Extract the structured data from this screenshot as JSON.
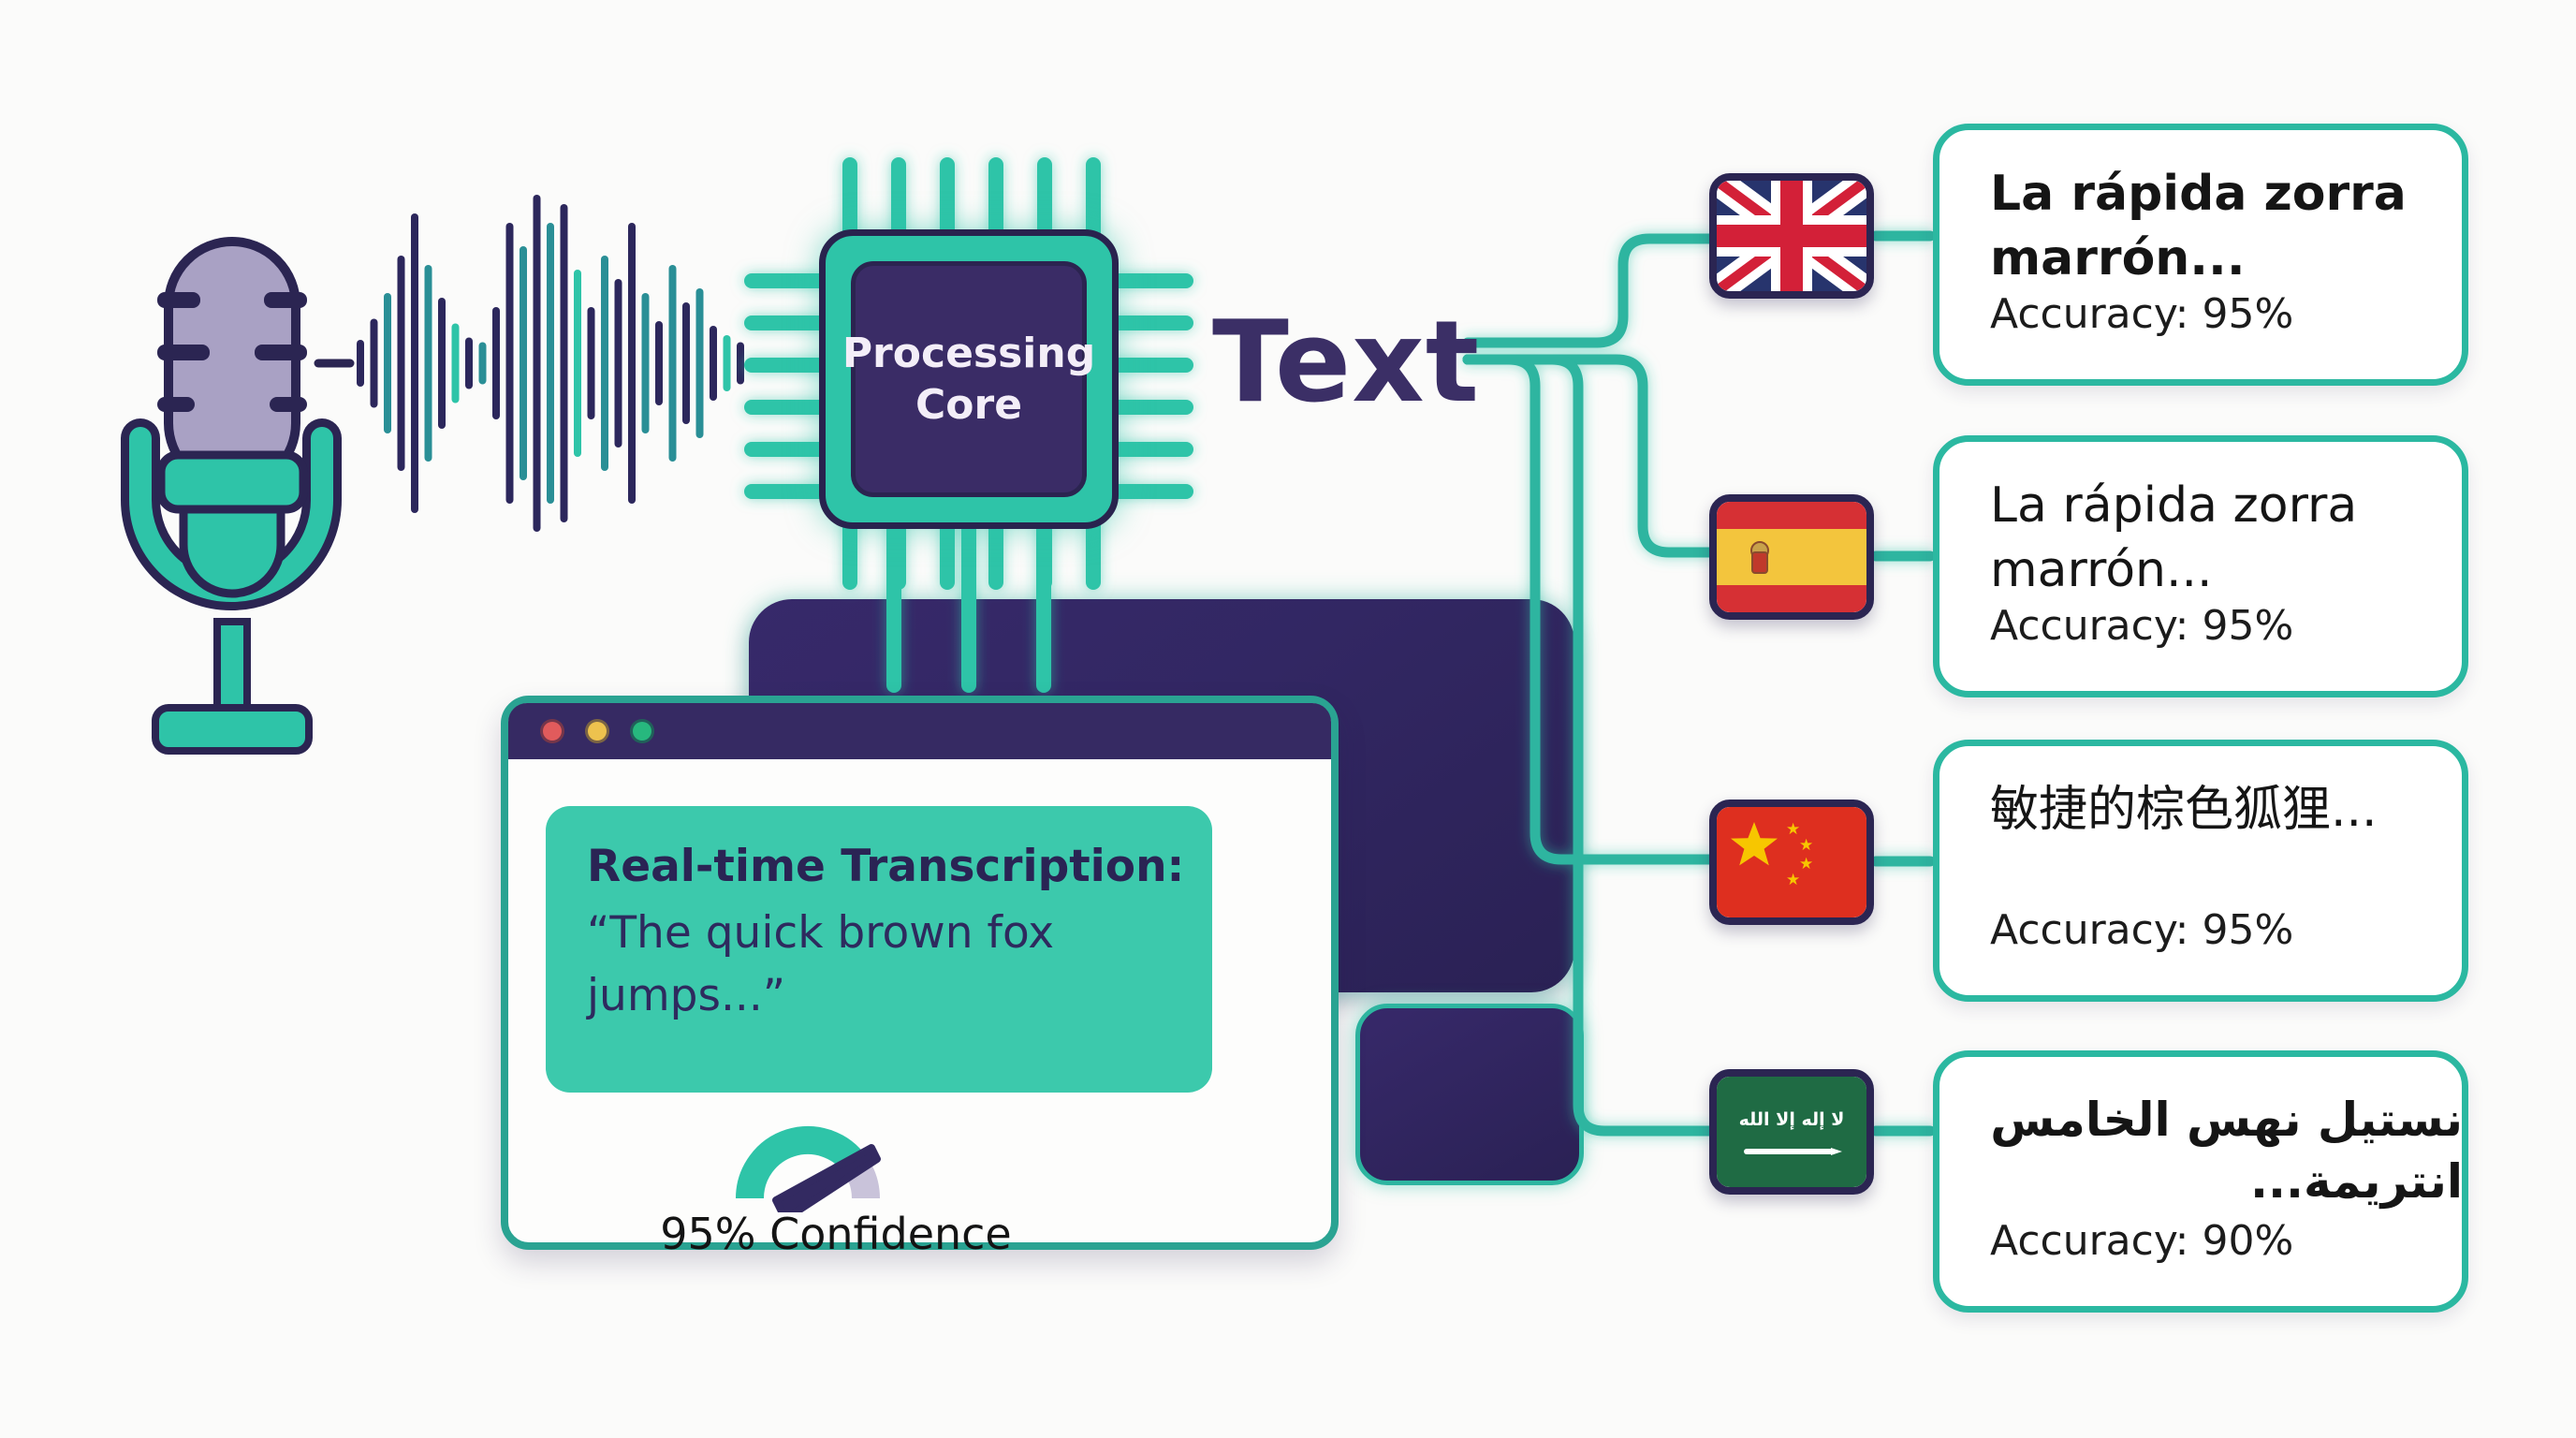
{
  "heading": {
    "text_label": "Text"
  },
  "chip": {
    "label_line1": "Processing",
    "label_line2": "Core"
  },
  "browser": {
    "title": "Real-time Transcription:",
    "quote": "“The quick brown fox jumps...”",
    "confidence_label": "95% Confidence"
  },
  "outputs": [
    {
      "language": "English (UK)",
      "flag_icon": "uk-flag-icon",
      "text": "La rápida zorra marrón...",
      "accuracy": "Accuracy: 95%"
    },
    {
      "language": "Spanish",
      "flag_icon": "spain-flag-icon",
      "text": "La rápida zorra marrón...",
      "accuracy": "Accuracy: 95%"
    },
    {
      "language": "Chinese",
      "flag_icon": "china-flag-icon",
      "text": "敏捷的棕色狐狸...",
      "accuracy": "Accuracy: 95%"
    },
    {
      "language": "Arabic",
      "flag_icon": "saudi-flag-icon",
      "text": "نستيل نهس الخامس انتريمة...",
      "accuracy": "Accuracy: 90%"
    }
  ],
  "colors": {
    "teal": "#2ec4a8",
    "teal_line": "#2db5a0",
    "purple_panel": "#352a63",
    "text_purple": "#3b2f66",
    "needle_navy": "#332a61",
    "gauge_rest_gray": "#c9c3da"
  }
}
